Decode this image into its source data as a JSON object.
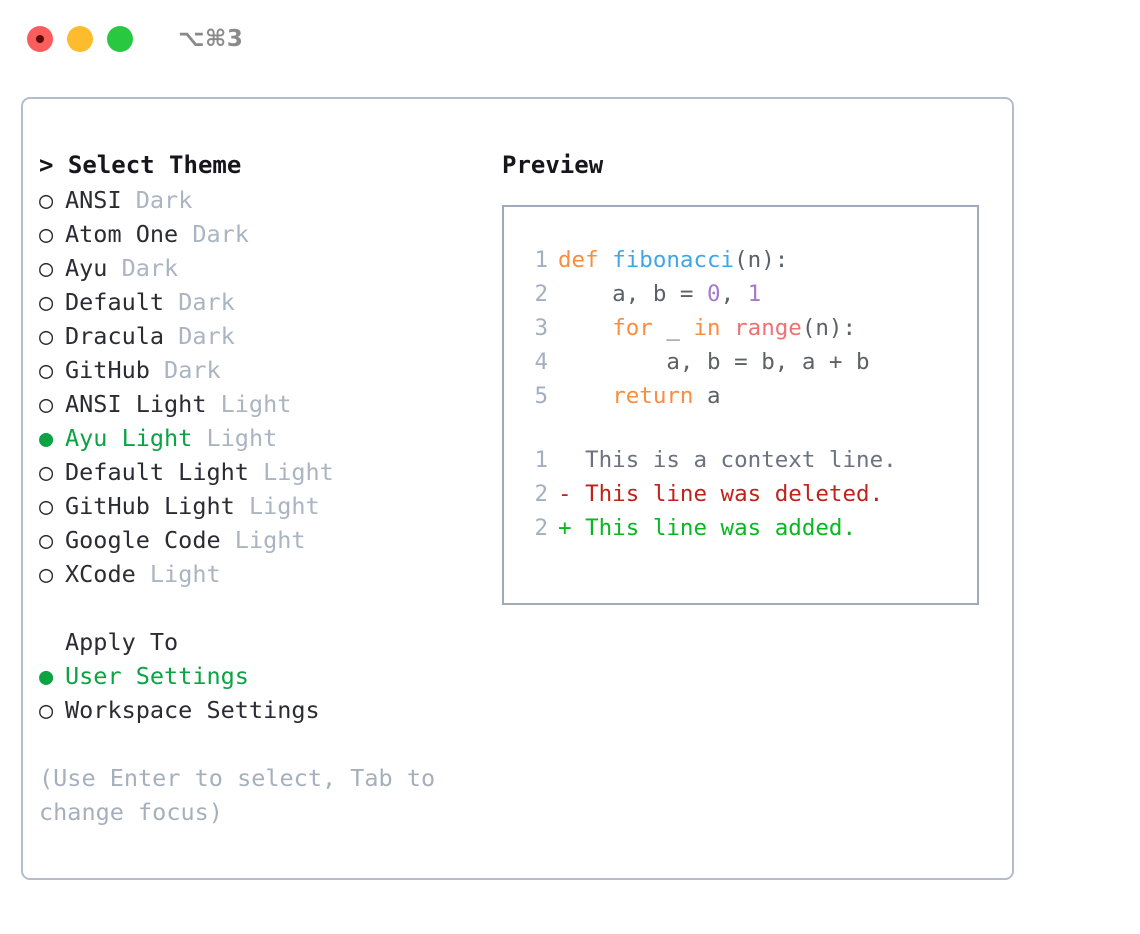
{
  "titlebar": {
    "shortcut": "⌥⌘3",
    "buttons": [
      {
        "name": "close",
        "color": "#fb5c5c"
      },
      {
        "name": "minimize",
        "color": "#fdbc2e"
      },
      {
        "name": "zoom",
        "color": "#28c840"
      }
    ]
  },
  "theme_picker": {
    "header": "> Select Theme",
    "selected_theme": "Ayu Light",
    "items": [
      {
        "marker": "○",
        "name": "ANSI",
        "variant": "Dark",
        "selected": false
      },
      {
        "marker": "○",
        "name": "Atom One",
        "variant": "Dark",
        "selected": false
      },
      {
        "marker": "○",
        "name": "Ayu",
        "variant": "Dark",
        "selected": false
      },
      {
        "marker": "○",
        "name": "Default",
        "variant": "Dark",
        "selected": false
      },
      {
        "marker": "○",
        "name": "Dracula",
        "variant": "Dark",
        "selected": false
      },
      {
        "marker": "○",
        "name": "GitHub",
        "variant": "Dark",
        "selected": false
      },
      {
        "marker": "○",
        "name": "ANSI Light",
        "variant": "Light",
        "selected": false
      },
      {
        "marker": "●",
        "name": "Ayu Light",
        "variant": "Light",
        "selected": true
      },
      {
        "marker": "○",
        "name": "Default Light",
        "variant": "Light",
        "selected": false
      },
      {
        "marker": "○",
        "name": "GitHub Light",
        "variant": "Light",
        "selected": false
      },
      {
        "marker": "○",
        "name": "Google Code",
        "variant": "Light",
        "selected": false
      },
      {
        "marker": "○",
        "name": "XCode",
        "variant": "Light",
        "selected": false
      }
    ]
  },
  "apply_to": {
    "header": "Apply To",
    "selected": "User Settings",
    "options": [
      {
        "marker": "●",
        "label": "User Settings",
        "selected": true
      },
      {
        "marker": "○",
        "label": "Workspace Settings",
        "selected": false
      }
    ]
  },
  "hint": {
    "line1": "(Use Enter to select, Tab to",
    "line2": "change focus)"
  },
  "preview": {
    "title": "Preview",
    "code_lines": [
      {
        "num": "1",
        "tokens": [
          {
            "t": "def",
            "c": "kw"
          },
          {
            "t": " ",
            "c": "pun"
          },
          {
            "t": "fibonacci",
            "c": "fn"
          },
          {
            "t": "(n):",
            "c": "pun"
          }
        ]
      },
      {
        "num": "2",
        "tokens": [
          {
            "t": "    a, b = ",
            "c": "var"
          },
          {
            "t": "0",
            "c": "num"
          },
          {
            "t": ", ",
            "c": "pun"
          },
          {
            "t": "1",
            "c": "num"
          }
        ]
      },
      {
        "num": "3",
        "tokens": [
          {
            "t": "    ",
            "c": "pun"
          },
          {
            "t": "for",
            "c": "kw"
          },
          {
            "t": " _ ",
            "c": "var"
          },
          {
            "t": "in",
            "c": "kw"
          },
          {
            "t": " ",
            "c": "pun"
          },
          {
            "t": "range",
            "c": "bi"
          },
          {
            "t": "(n):",
            "c": "pun"
          }
        ]
      },
      {
        "num": "4",
        "tokens": [
          {
            "t": "        a, b = b, a + b",
            "c": "var"
          }
        ]
      },
      {
        "num": "5",
        "tokens": [
          {
            "t": "    ",
            "c": "pun"
          },
          {
            "t": "return",
            "c": "kw"
          },
          {
            "t": " a",
            "c": "var"
          }
        ]
      }
    ],
    "diff_lines": [
      {
        "num": "1",
        "sign": " ",
        "text": "This is a context line.",
        "kind": "context"
      },
      {
        "num": "2",
        "sign": "-",
        "text": "This line was deleted.",
        "kind": "del"
      },
      {
        "num": "2",
        "sign": "+",
        "text": "This line was added.",
        "kind": "add"
      }
    ]
  },
  "colors": {
    "accent_green": "#0ca345",
    "keyword": "#fa8d3e",
    "function": "#3fa7e8",
    "number": "#a37acc",
    "builtin": "#f07171",
    "diff_delete": "#c0221c",
    "diff_add": "#09b721",
    "muted": "#aab4c2",
    "border": "#b3bdcb"
  }
}
